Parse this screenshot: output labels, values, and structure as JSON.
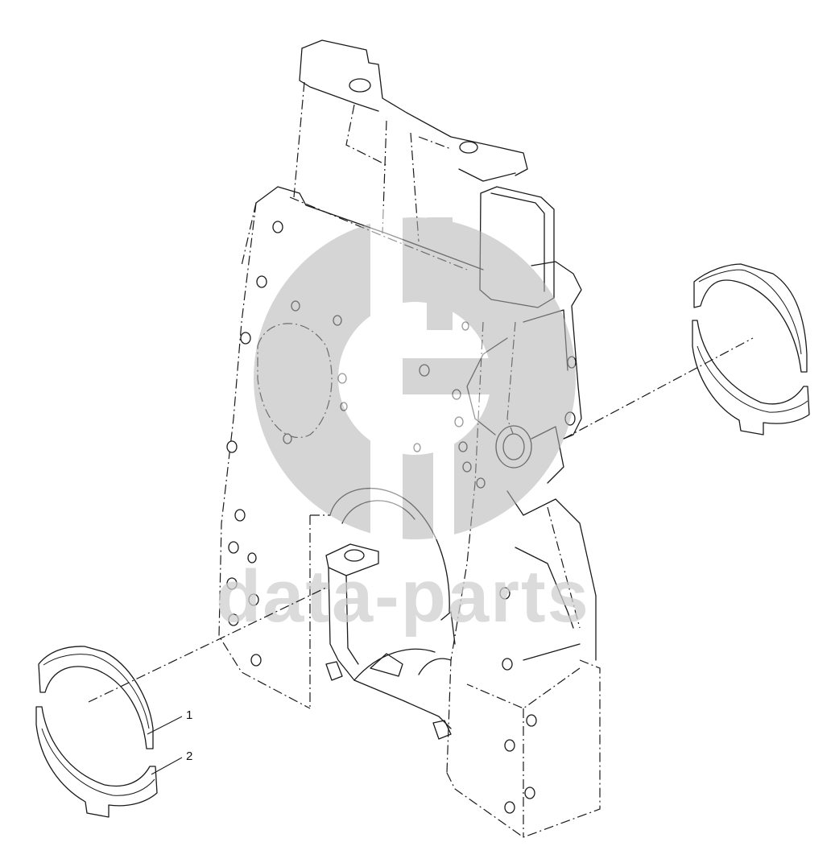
{
  "watermark": {
    "text": "data-parts",
    "logo_color": "#b3b3b3"
  },
  "callouts": [
    {
      "number": "1"
    },
    {
      "number": "2"
    }
  ]
}
